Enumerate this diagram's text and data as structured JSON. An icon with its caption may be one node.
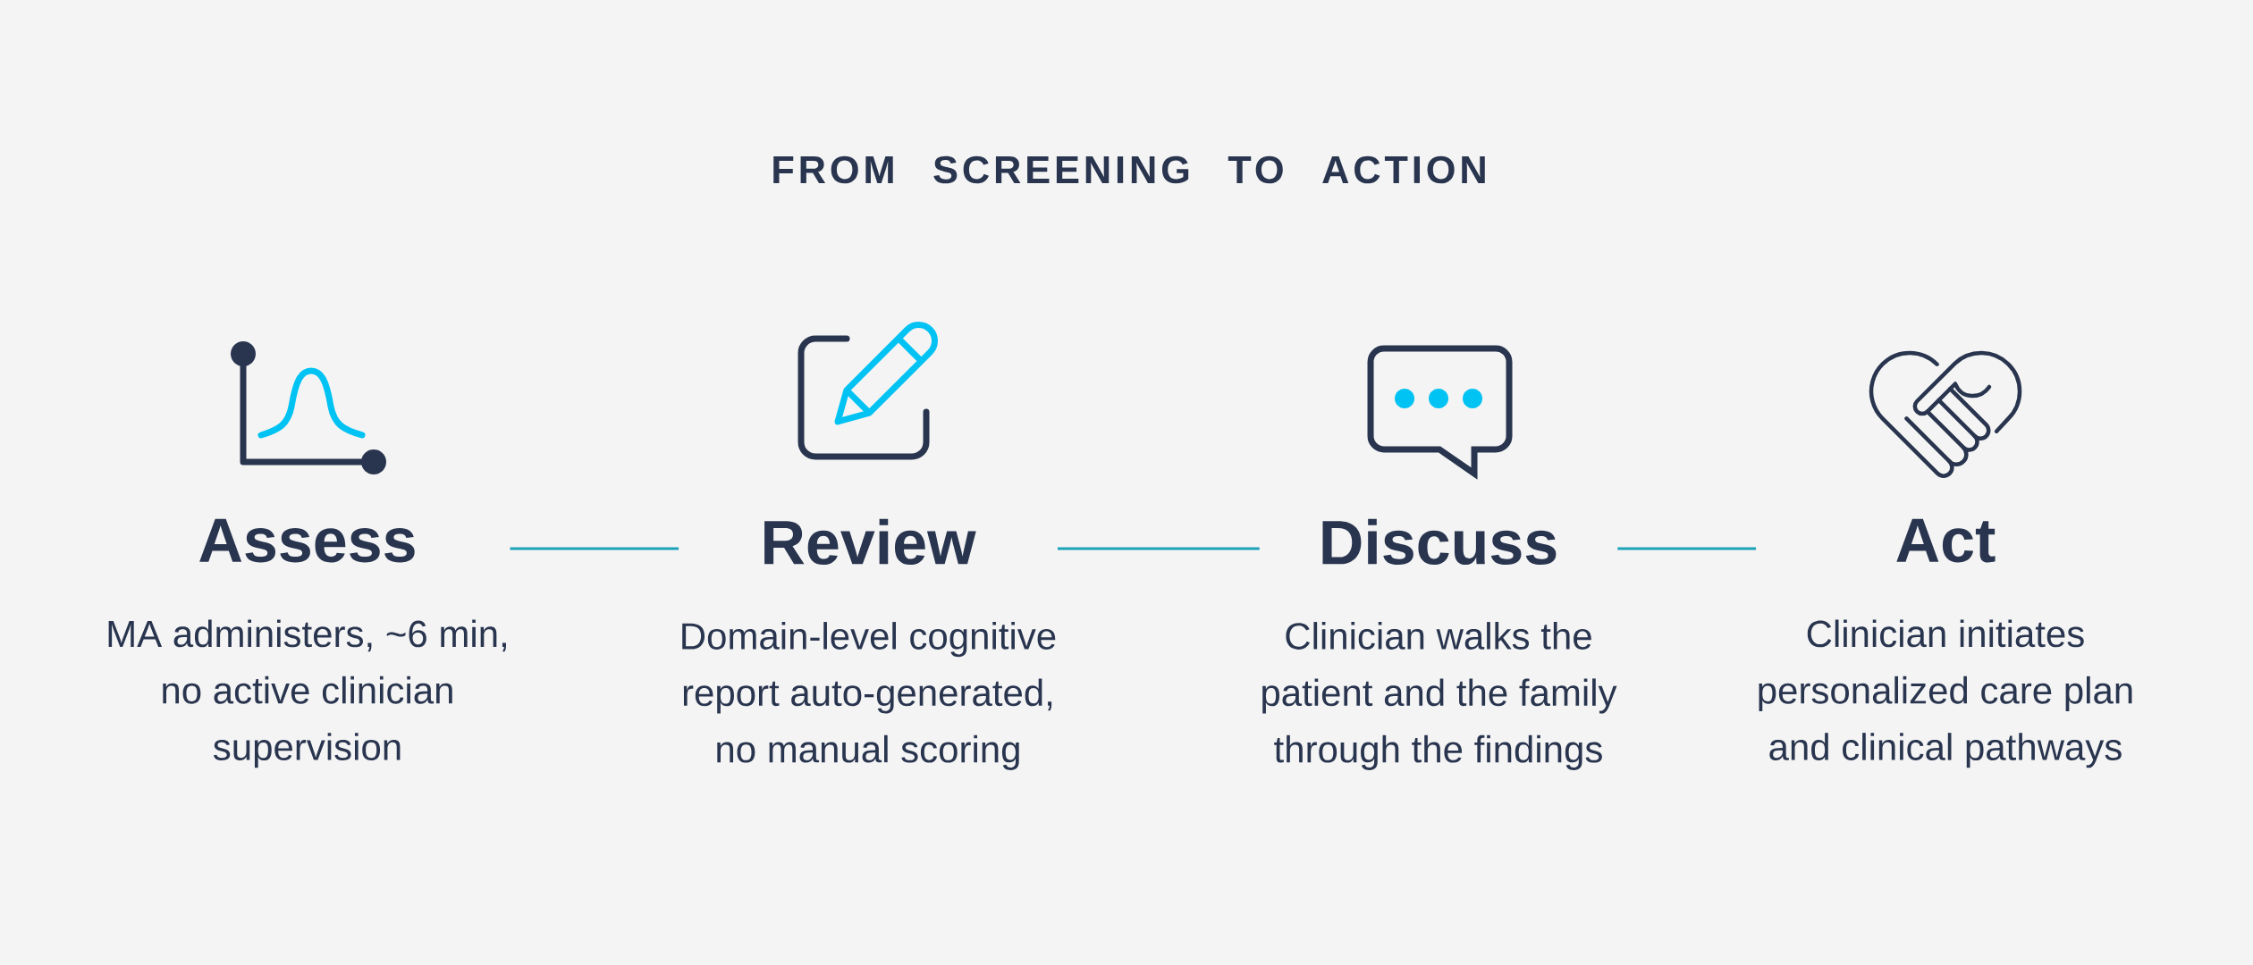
{
  "diagram": {
    "title": "FROM SCREENING TO ACTION",
    "nodes": [
      {
        "text": [
          "Assess",
          "MA administers, ~6 min, no active clinician supervision"
        ]
      },
      {
        "text": [
          "Review",
          "Domain-level cognitive report auto-generated, no manual scoring"
        ]
      },
      {
        "text": [
          "Discuss",
          "Clinician walks the patient and the family through the findings"
        ]
      },
      {
        "text": [
          "Act",
          "Clinician initiates personalized care plan and clinical pathways"
        ]
      }
    ],
    "edges": [
      {
        "from": 0,
        "to": 1,
        "arrow": "none"
      },
      {
        "from": 1,
        "to": 2,
        "arrow": "none"
      },
      {
        "from": 2,
        "to": 3,
        "arrow": "none"
      }
    ]
  }
}
